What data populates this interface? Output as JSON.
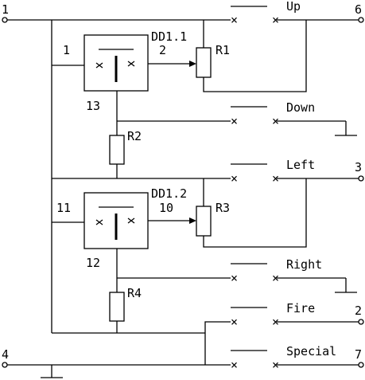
{
  "diagram": {
    "terminals": {
      "t1": "1",
      "t6": "6",
      "t3": "3",
      "t2": "2",
      "t4": "4",
      "t7": "7"
    },
    "chips": {
      "dd1_1": {
        "name": "DD1.1",
        "pin_in": "1",
        "pin_out": "2",
        "pin_bottom": "13"
      },
      "dd1_2": {
        "name": "DD1.2",
        "pin_in": "11",
        "pin_out": "10",
        "pin_bottom": "12"
      }
    },
    "resistors": {
      "r1": "R1",
      "r2": "R2",
      "r3": "R3",
      "r4": "R4"
    },
    "switches": {
      "up": "Up",
      "down": "Down",
      "left": "Left",
      "right": "Right",
      "fire": "Fire",
      "special": "Special"
    }
  }
}
